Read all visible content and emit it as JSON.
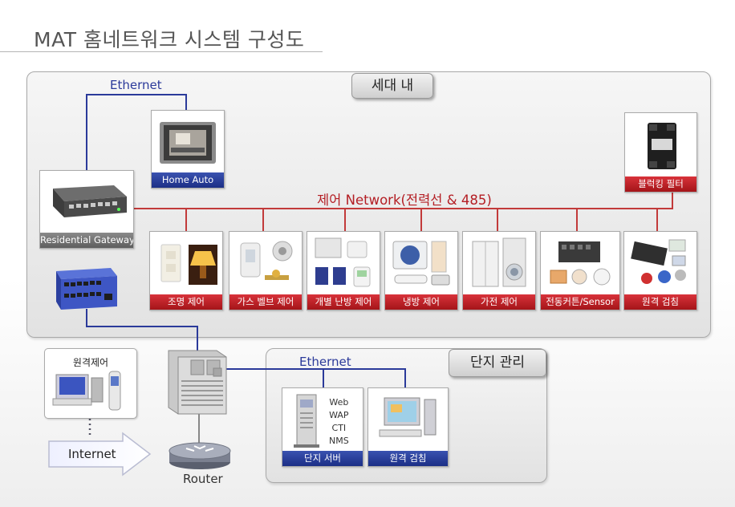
{
  "title": "MAT 홈네트워크 시스템 구성도",
  "sections": {
    "household": "세대 내",
    "complex": "단지 관리"
  },
  "labels": {
    "ethernet_top": "Ethernet",
    "ethernet_bottom": "Ethernet",
    "control_network": "제어 Network(전력선 & 485)",
    "router": "Router",
    "internet": "Internet"
  },
  "devices": {
    "home_auto": "Home Auto",
    "gateway": "Residential Gateway",
    "blocking_filter": "블럭킹 필터",
    "remote_control": "원격제어",
    "complex_server": "단지 서버",
    "remote_meter_complex": "원격 검침"
  },
  "server_roles": [
    "Web",
    "WAP",
    "CTI",
    "NMS"
  ],
  "control_devices": [
    "조명 제어",
    "가스 벨브 제어",
    "개별 난방 제어",
    "냉방 제어",
    "가전 제어",
    "전동커튼/Sensor",
    "원격 검침"
  ],
  "colors": {
    "control_line": "#c23a3a",
    "ethernet_line": "#2b3a9a",
    "caption_red": "#b8222a",
    "caption_blue": "#27399a"
  },
  "icons": {
    "router": "router-icon",
    "internet_arrow": "arrow-right-icon",
    "rack": "server-rack-icon",
    "switch": "network-switch-icon"
  }
}
